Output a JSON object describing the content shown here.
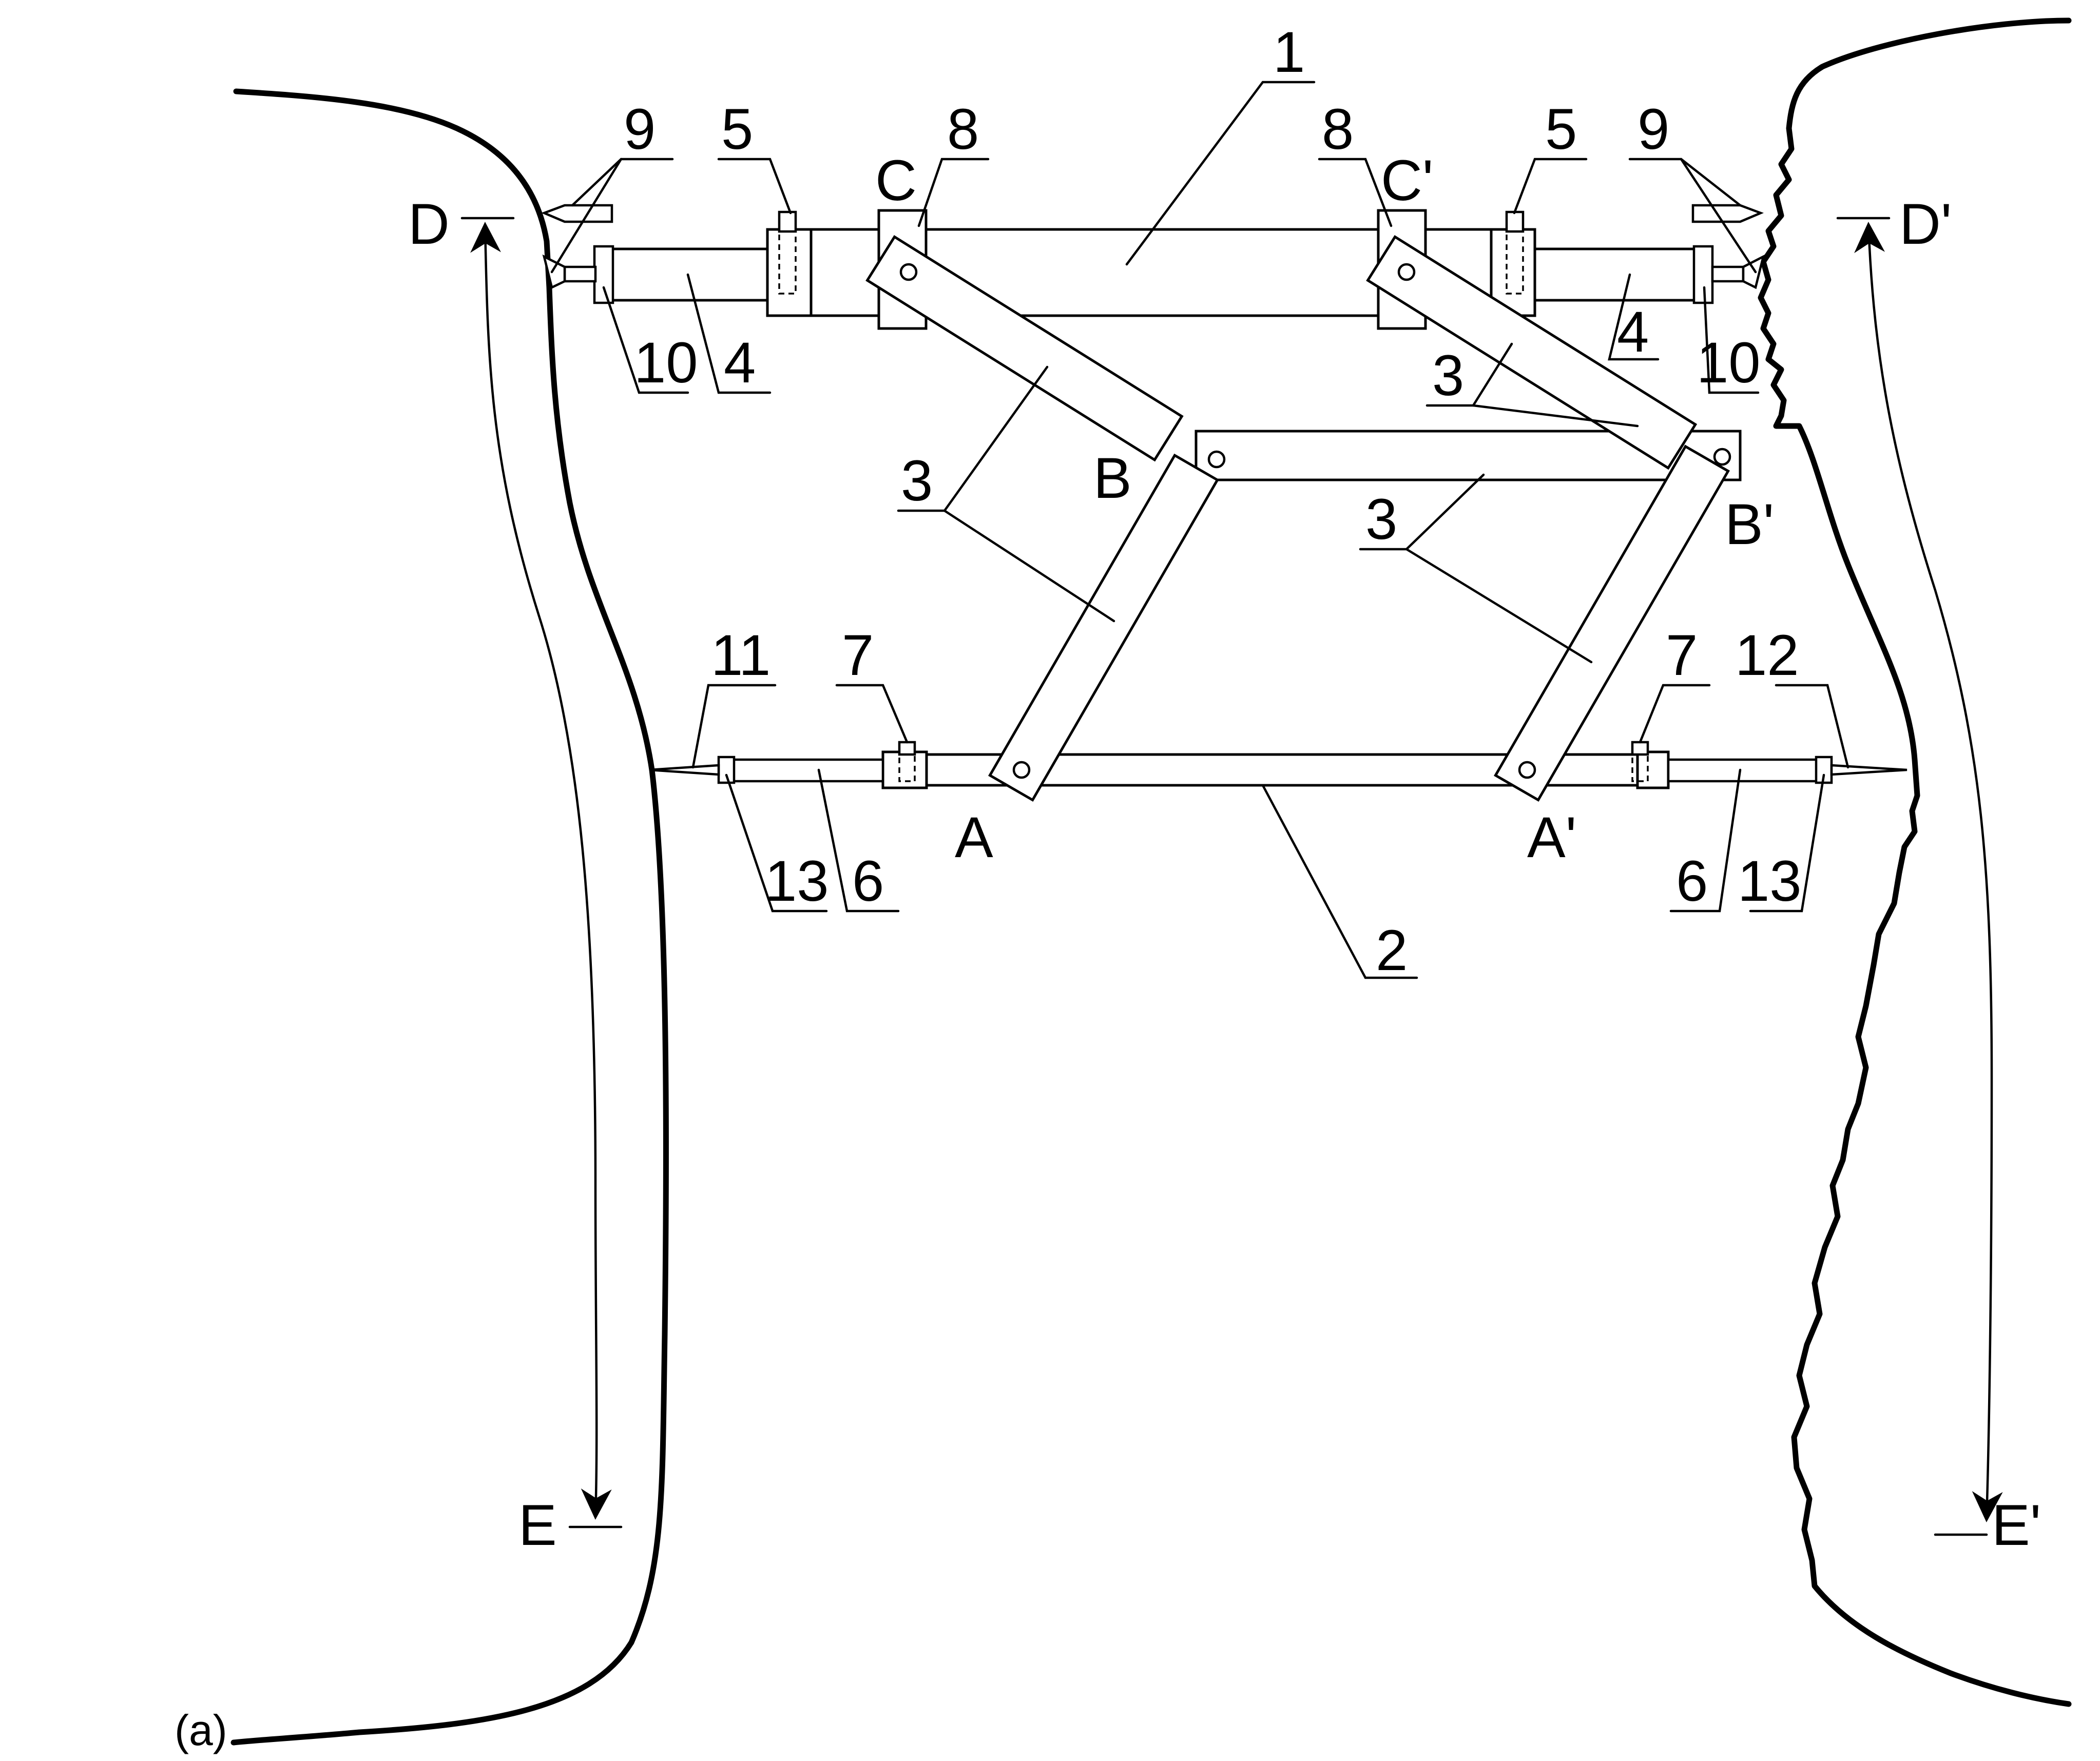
{
  "figure": {
    "panel_label": "(a)",
    "part_numbers": {
      "frame_top": "1",
      "frame_bottom": "2",
      "link_bar": "3",
      "telescopic_rod_upper": "4",
      "lock_bolt_upper": "5",
      "telescopic_rod_lower": "6",
      "lock_bolt_lower": "7",
      "hinge_seat": "8",
      "contact_tip": "9",
      "rod_end_upper": "10",
      "probe_left": "11",
      "probe_right": "12",
      "rod_end_lower": "13"
    },
    "joint_labels": {
      "a": "A",
      "a_prime": "A'",
      "b": "B",
      "b_prime": "B'",
      "c": "C",
      "c_prime": "C'"
    },
    "section_labels": {
      "d": "D",
      "d_prime": "D'",
      "e": "E",
      "e_prime": "E'"
    }
  }
}
